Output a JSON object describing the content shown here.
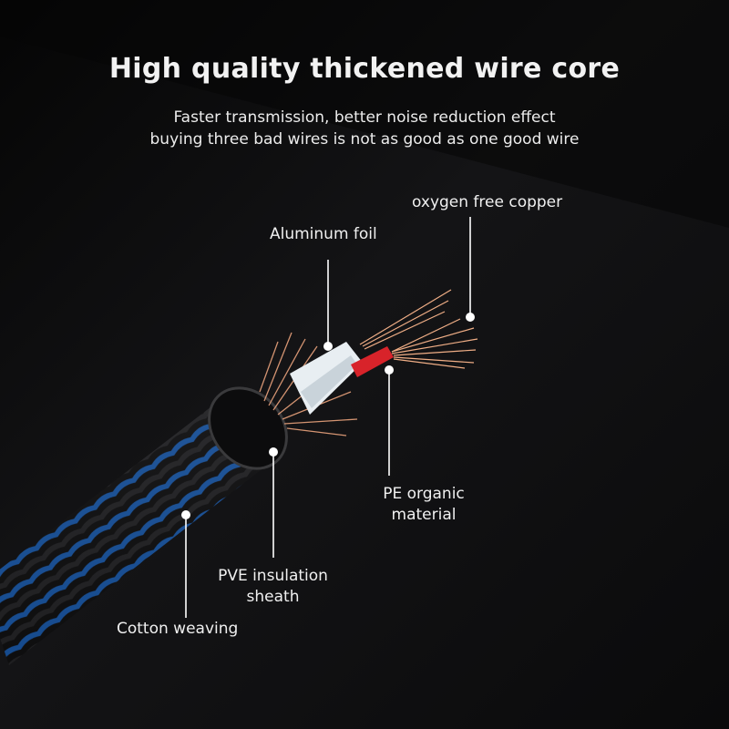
{
  "header": {
    "title": "High quality thickened wire core",
    "subtitle_line1": "Faster transmission, better noise reduction effect",
    "subtitle_line2": "buying three bad wires is not as good as one good wire"
  },
  "callouts": {
    "oxygen_free_copper": "oxygen free copper",
    "aluminum_foil": "Aluminum foil",
    "pe_line1": "PE organic",
    "pe_line2": "material",
    "pve_line1": "PVE insulation",
    "pve_line2": "sheath",
    "cotton_weaving": "Cotton weaving"
  },
  "colors": {
    "background": "#0b0b0c",
    "braid_blue": "#1e6fd6",
    "copper": "#e9a27c",
    "red_insulation": "#d8232a"
  }
}
